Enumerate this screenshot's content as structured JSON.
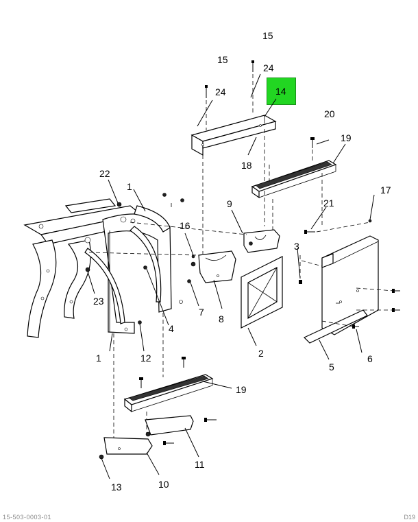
{
  "highlight": {
    "label": "14",
    "color": "#22d622"
  },
  "callouts": {
    "c1a": "1",
    "c1b": "1",
    "c2": "2",
    "c3": "3",
    "c4": "4",
    "c5": "5",
    "c6": "6",
    "c7": "7",
    "c8": "8",
    "c9": "9",
    "c10": "10",
    "c11": "11",
    "c12": "12",
    "c13": "13",
    "c15a": "15",
    "c15b": "15",
    "c16": "16",
    "c17": "17",
    "c18": "18",
    "c19a": "19",
    "c19b": "19",
    "c20": "20",
    "c21": "21",
    "c22": "22",
    "c23": "23",
    "c24a": "24",
    "c24b": "24"
  },
  "footer": {
    "left": "15-503-0003-01",
    "right": "D19"
  }
}
